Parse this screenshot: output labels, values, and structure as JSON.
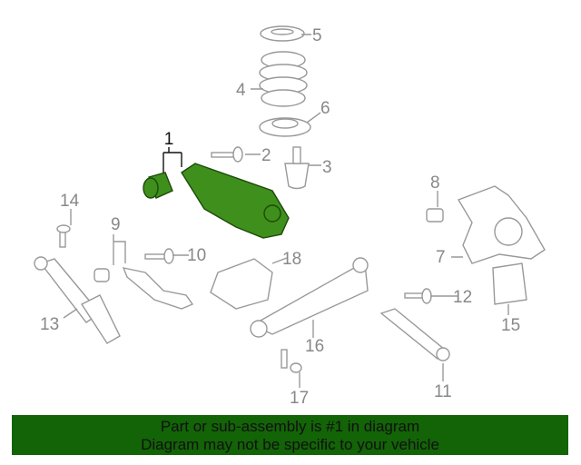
{
  "callouts": [
    "1",
    "2",
    "3",
    "4",
    "5",
    "6",
    "7",
    "8",
    "9",
    "10",
    "11",
    "12",
    "13",
    "14",
    "15",
    "16",
    "17",
    "18"
  ],
  "highlighted_part": "1",
  "colors": {
    "highlight": "#3f8f1c",
    "banner": "#136307"
  },
  "banner": {
    "line1": "Part or sub-assembly is #1 in diagram",
    "line2": "Diagram may not be specific to your vehicle"
  }
}
